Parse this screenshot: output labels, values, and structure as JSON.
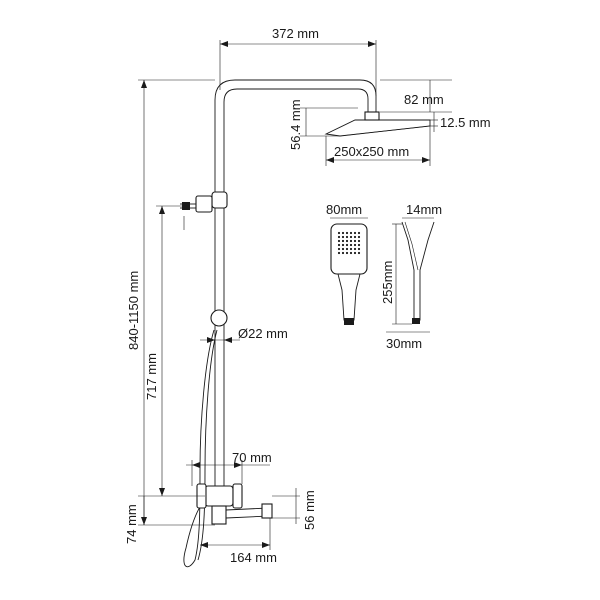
{
  "dimensions": {
    "arm_width": "372 mm",
    "head_offset": "82 mm",
    "head_height": "56.4 mm",
    "head_thickness": "12.5 mm",
    "head_size": "250x250 mm",
    "hand_width": "80mm",
    "hand_thickness": "14mm",
    "hand_length": "255mm",
    "hand_base": "30mm",
    "pipe_diameter": "Ø22 mm",
    "total_height": "840-1150 mm",
    "holder_height": "717 mm",
    "mixer_offset": "70 mm",
    "spout_height": "56 mm",
    "mixer_height": "74 mm",
    "spout_length": "164 mm"
  },
  "colors": {
    "line": "#1a1a1a",
    "background": "#ffffff"
  }
}
